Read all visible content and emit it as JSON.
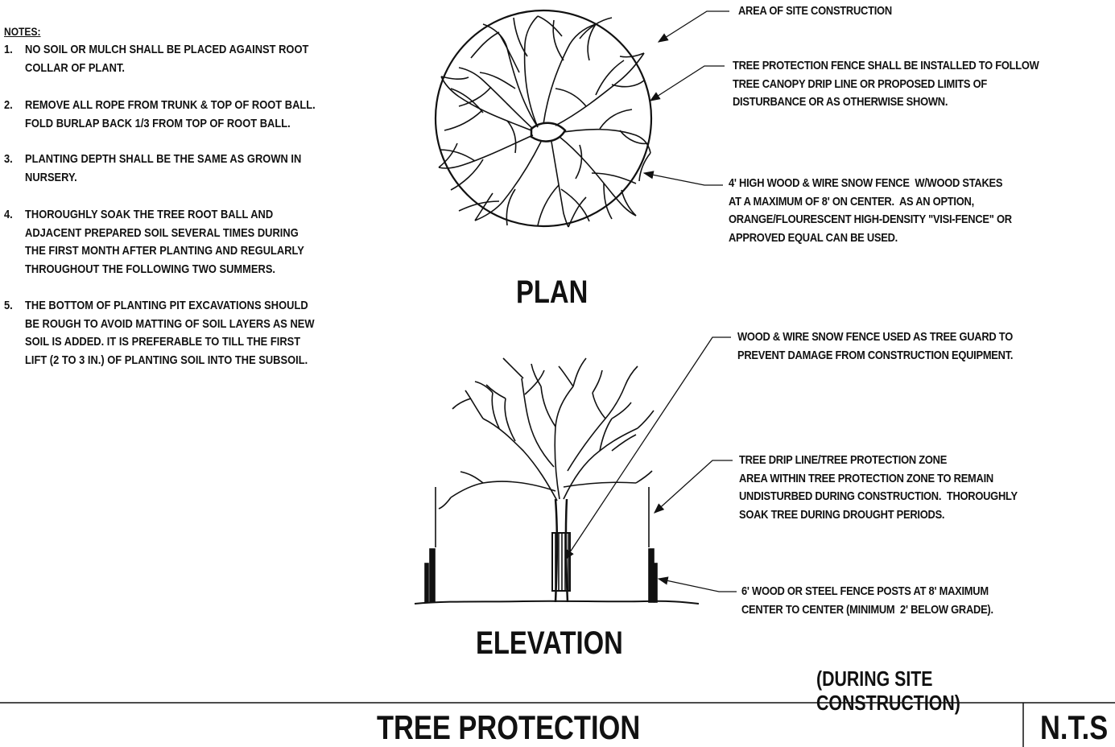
{
  "notes": {
    "title": "NOTES:",
    "items": [
      {
        "num": "1.",
        "text": "NO SOIL OR MULCH SHALL BE PLACED AGAINST ROOT\nCOLLAR OF PLANT."
      },
      {
        "num": "2.",
        "text": "REMOVE ALL ROPE FROM TRUNK & TOP OF ROOT BALL.\nFOLD BURLAP BACK 1/3 FROM TOP OF ROOT BALL."
      },
      {
        "num": "3.",
        "text": "PLANTING DEPTH SHALL BE THE SAME AS GROWN IN\nNURSERY."
      },
      {
        "num": "4.",
        "text": "THOROUGHLY SOAK THE TREE ROOT BALL AND\nADJACENT PREPARED SOIL SEVERAL TIMES DURING\nTHE FIRST MONTH AFTER PLANTING AND REGULARLY\nTHROUGHOUT THE FOLLOWING TWO SUMMERS."
      },
      {
        "num": "5.",
        "text": "THE BOTTOM OF PLANTING PIT EXCAVATIONS SHOULD\nBE ROUGH TO AVOID MATTING OF SOIL LAYERS AS NEW\nSOIL IS ADDED. IT IS PREFERABLE TO TILL THE FIRST\nLIFT (2 TO 3 IN.) OF PLANTING SOIL INTO THE SUBSOIL."
      }
    ]
  },
  "plan": {
    "label": "PLAN",
    "callout_site": "AREA OF SITE CONSTRUCTION",
    "callout_fence": "TREE PROTECTION FENCE SHALL BE INSTALLED TO FOLLOW\nTREE CANOPY DRIP LINE OR PROPOSED LIMITS OF\nDISTURBANCE OR AS OTHERWISE SHOWN.",
    "callout_snow": "4' HIGH WOOD & WIRE SNOW FENCE  W/WOOD STAKES\nAT A MAXIMUM OF 8' ON CENTER.  AS AN OPTION,\nORANGE/FLOURESCENT HIGH-DENSITY \"VISI-FENCE\" OR\nAPPROVED EQUAL CAN BE USED."
  },
  "elevation": {
    "label": "ELEVATION",
    "callout_guard": "WOOD & WIRE SNOW FENCE USED AS TREE GUARD TO\nPREVENT DAMAGE FROM CONSTRUCTION EQUIPMENT.",
    "callout_zone": "TREE DRIP LINE/TREE PROTECTION ZONE\nAREA WITHIN TREE PROTECTION ZONE TO REMAIN\nUNDISTURBED DURING CONSTRUCTION.  THOROUGHLY\nSOAK TREE DURING DROUGHT PERIODS.",
    "callout_posts": "6' WOOD OR STEEL FENCE POSTS AT 8' MAXIMUM\nCENTER TO CENTER (MINIMUM  2' BELOW GRADE)."
  },
  "subtitle": "(DURING SITE CONSTRUCTION)",
  "title_block": {
    "title": "TREE PROTECTION",
    "scale": "N.T.S"
  }
}
